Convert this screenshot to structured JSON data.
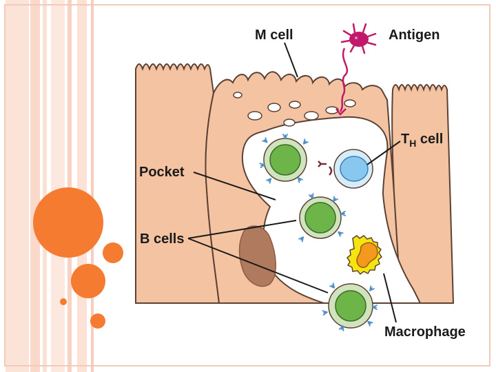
{
  "labels": {
    "m_cell": "M cell",
    "antigen": "Antigen",
    "th_cell_main": "T",
    "th_cell_sub": "H",
    "th_cell_suffix": " cell",
    "pocket": "Pocket",
    "b_cells": "B cells",
    "macrophage": "Macrophage"
  },
  "colors": {
    "epithelium": "#f4c3a1",
    "epithelium_outline": "#5b4034",
    "nucleus_dark": "#b07a5f",
    "b_cell_outer": "#cfe3bd",
    "b_cell_inner": "#6db449",
    "th_cell_outer": "#d6ecf9",
    "th_cell_inner": "#89c8ee",
    "macrophage_outer": "#f6e40e",
    "macrophage_inner": "#f39a1e",
    "antigen": "#c2186b",
    "antibody": "#4d8fca",
    "accent_bubble": "#f47b30",
    "stripe_pink": "#f8d6c8",
    "frame": "#f3c9b8"
  },
  "icons": [
    "antigen-icon",
    "antibody-icon"
  ]
}
